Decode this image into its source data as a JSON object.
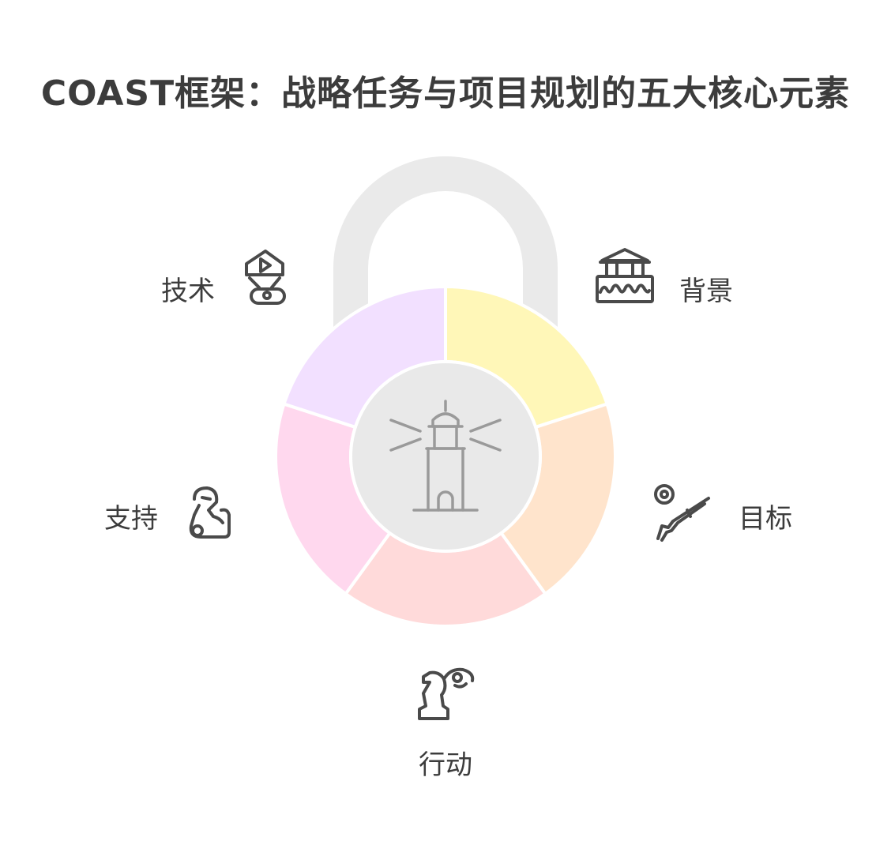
{
  "title": "COAST框架：战略任务与项目规划的五大核心元素",
  "segments": [
    {
      "label": "背景",
      "color": "#FFF7B8",
      "icon": "greek-temple-icon"
    },
    {
      "label": "目标",
      "color": "#FFE4CC",
      "icon": "target-rifle-icon"
    },
    {
      "label": "行动",
      "color": "#FFDADA",
      "icon": "chess-knight-icon"
    },
    {
      "label": "支持",
      "color": "#FFD8EE",
      "icon": "support-hand-icon"
    },
    {
      "label": "技术",
      "color": "#F2E0FF",
      "icon": "tech-robot-icon"
    }
  ],
  "colors": {
    "shackle": "#EAEAEA",
    "hub": "#E9E9E9",
    "icon_stroke": "#4A4A4A",
    "hub_icon_stroke": "#9A9A9A"
  },
  "center_icon": "lighthouse-icon"
}
